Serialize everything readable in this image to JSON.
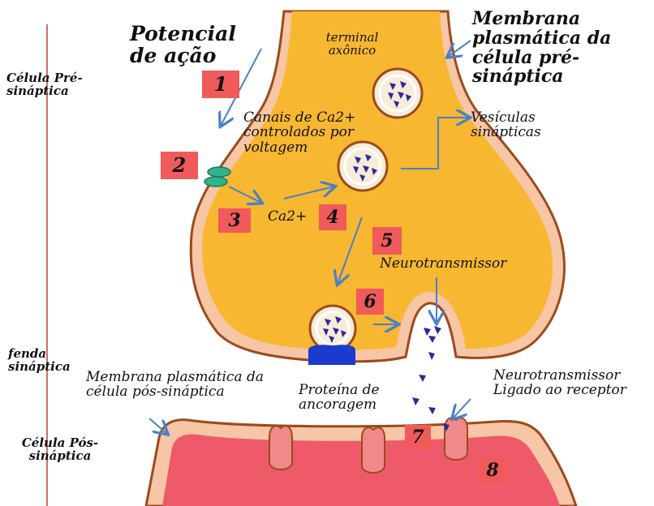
{
  "labels": {
    "action_potential": "Potencial de ação",
    "axon_terminal": "terminal axônico",
    "presynaptic_membrane": "Membrana plasmática da célula pré-sináptica",
    "presynaptic_cell": "Célula Pré-sináptica",
    "calcium_channels": "Canais de Ca2+ controlados por voltagem",
    "synaptic_vesicles": "Vesículas sinápticas",
    "calcium": "Ca2+",
    "neurotransmitter": "Neurotransmissor",
    "synaptic_cleft": "fenda sináptica",
    "postsynaptic_membrane": "Membrana plasmática da célula pós-sináptica",
    "anchoring_protein": "Proteína de ancoragem",
    "bound_neurotransmitter": "Neurotransmissor Ligado ao receptor",
    "postsynaptic_cell": "Célula Pós-sináptica"
  },
  "steps": [
    "1",
    "2",
    "3",
    "4",
    "5",
    "6",
    "7",
    "8"
  ],
  "colors": {
    "terminal_fill": "#f7b731",
    "terminal_outline": "#9c4a1c",
    "membrane_band": "#f6c6a6",
    "postsynaptic_fill": "#ee5a6a",
    "receptor_fill": "#f08a8a",
    "vesicle_fill": "#f7ecd8",
    "neurotransmitter": "#2a2a9a",
    "channel": "#2fb38a",
    "anchor_protein": "#1a3ad0",
    "step_badge": "#f05a5a",
    "arrow": "#4a7fc8",
    "divider": "#b8443a"
  }
}
